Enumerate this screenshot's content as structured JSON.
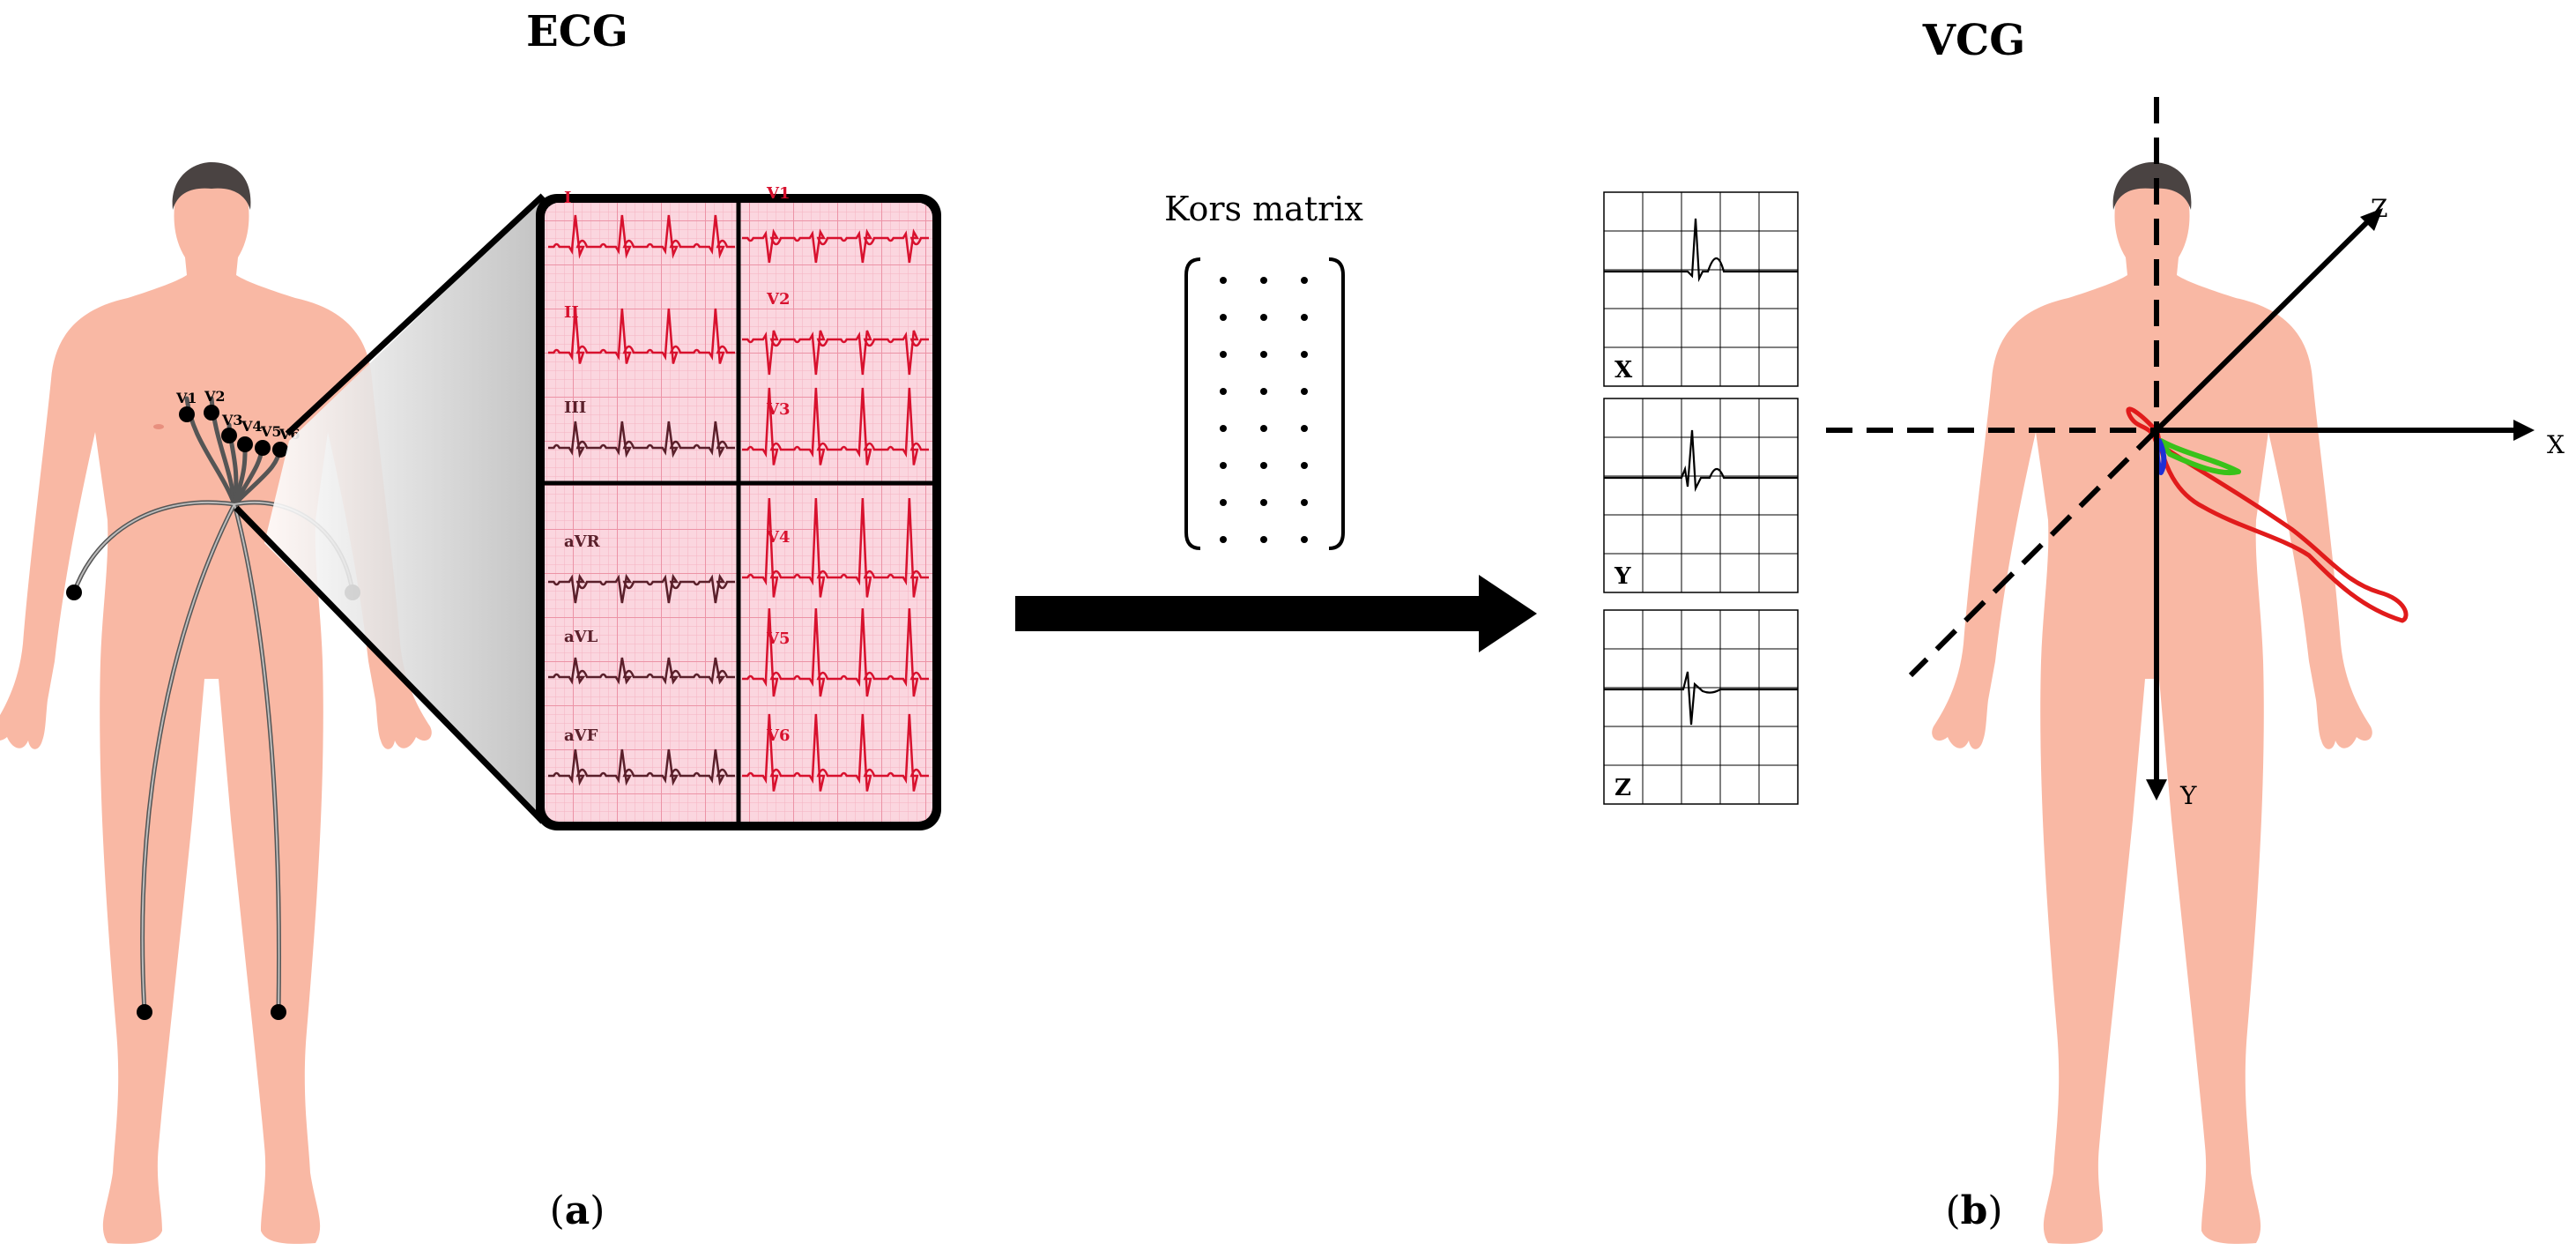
{
  "titles": {
    "ecg": "ECG",
    "vcg": "VCG"
  },
  "captions": {
    "a_open": "(",
    "a_letter": "a",
    "a_close": ")",
    "b_open": "(",
    "b_letter": "b",
    "b_close": ")"
  },
  "matrix": {
    "label": "Kors matrix",
    "rows": 8,
    "cols": 3
  },
  "electrodes": {
    "v1": "V1",
    "v2": "V2",
    "v3": "V3",
    "v4": "V4",
    "v5": "V5",
    "v6": "V6"
  },
  "ecg_leads": {
    "left": [
      "I",
      "II",
      "III",
      "aVR",
      "aVL",
      "aVF"
    ],
    "right": [
      "V1",
      "V2",
      "V3",
      "V4",
      "V5",
      "V6"
    ]
  },
  "vcg_leads": [
    "X",
    "Y",
    "Z"
  ],
  "axes": {
    "x": "X",
    "y": "Y",
    "z": "Z"
  },
  "colors": {
    "skin": "#f9b8a4",
    "skin_dark": "#f3a68f",
    "hair": "#4a4342",
    "ecg_paper": "#fbd6df",
    "ecg_grid": "#f3a7b8",
    "ecg_trace": "#d8112e",
    "loop_p": "#1e2fd6",
    "loop_qrs": "#e11b1b",
    "loop_t": "#39c21a"
  }
}
